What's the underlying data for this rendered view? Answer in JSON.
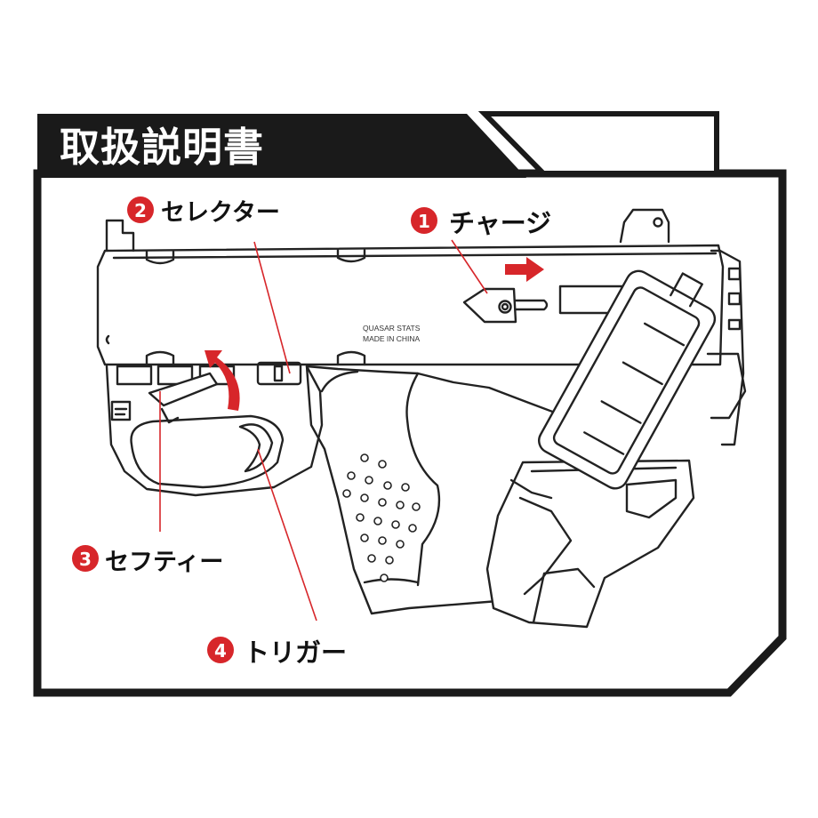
{
  "header": {
    "title": "取扱説明書"
  },
  "gun": {
    "stamp_line1": "QUASAR STATS",
    "stamp_line2": "MADE IN CHINA"
  },
  "callouts": [
    {
      "number": "1",
      "label": "チャージ"
    },
    {
      "number": "2",
      "label": "セレクター"
    },
    {
      "number": "3",
      "label": "セフティー"
    },
    {
      "number": "4",
      "label": "トリガー"
    }
  ],
  "colors": {
    "frame": "#1a1a1a",
    "accent_red": "#d7262a",
    "line": "#222222",
    "header_bg": "#1a1a1a",
    "header_text": "#ffffff"
  }
}
